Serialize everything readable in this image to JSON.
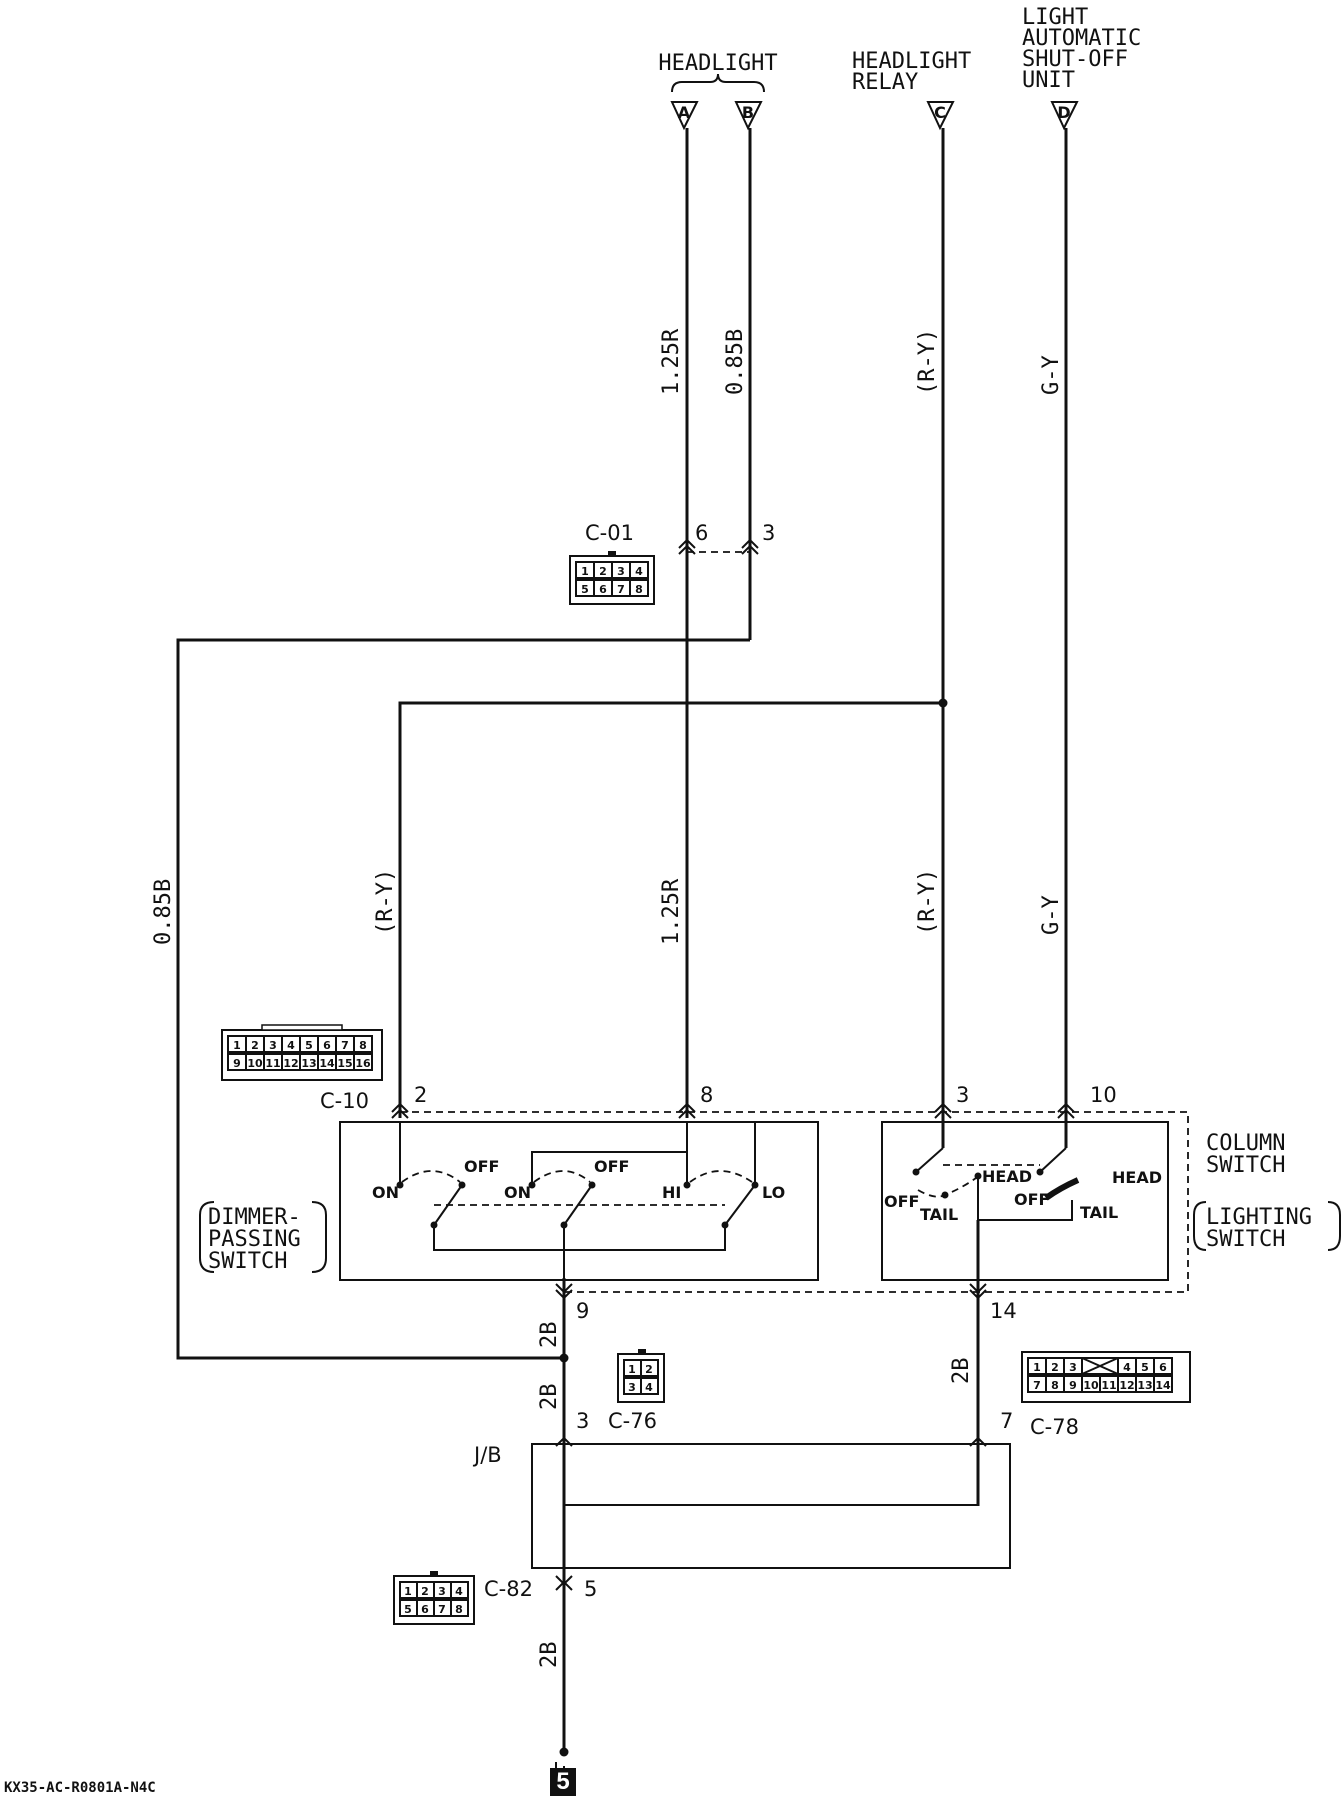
{
  "terminals": {
    "headlight_label": "HEADLIGHT",
    "a": "A",
    "b": "B",
    "c": "C",
    "d": "D",
    "relay_line1": "HEADLIGHT",
    "relay_line2": "RELAY",
    "shutoff_line1": "LIGHT",
    "shutoff_line2": "AUTOMATIC",
    "shutoff_line3": "SHUT-OFF",
    "shutoff_line4": "UNIT"
  },
  "wires": {
    "a_upper": "1.25R",
    "b_upper": "0.85B",
    "c_upper": "(R-Y)",
    "d_upper": "G-Y",
    "left_long": "0.85B",
    "ry_left": "(R-Y)",
    "a_lower": "1.25R",
    "c_lower": "(R-Y)",
    "d_lower": "G-Y",
    "ground_9": "2B",
    "ground_3": "2B",
    "ground_14": "2B",
    "ground_main": "2B"
  },
  "connectors": {
    "c01": {
      "name": "C-01",
      "pin_a": "6",
      "pin_b": "3",
      "cells": [
        "1",
        "2",
        "3",
        "4",
        "5",
        "6",
        "7",
        "8"
      ]
    },
    "c10": {
      "name": "C-10",
      "pin_2": "2",
      "pin_8": "8",
      "pin_3": "3",
      "pin_10": "10",
      "pin_9": "9",
      "pin_14": "14",
      "cells": [
        "1",
        "2",
        "3",
        "4",
        "5",
        "6",
        "7",
        "8",
        "9",
        "10",
        "11",
        "12",
        "13",
        "14",
        "15",
        "16"
      ]
    },
    "c76": {
      "name": "C-76",
      "pin": "3",
      "cells": [
        "1",
        "2",
        "3",
        "4"
      ]
    },
    "c78": {
      "name": "C-78",
      "pin": "7",
      "cells": [
        "1",
        "2",
        "3",
        "4",
        "5",
        "6",
        "7",
        "8",
        "9",
        "10",
        "11",
        "12",
        "13",
        "14"
      ]
    },
    "c82": {
      "name": "C-82",
      "pin": "5",
      "cells": [
        "1",
        "2",
        "3",
        "4",
        "5",
        "6",
        "7",
        "8"
      ]
    }
  },
  "dimmer": {
    "on1": "ON",
    "off1": "OFF",
    "on2": "ON",
    "off2": "OFF",
    "hi": "HI",
    "lo": "LO",
    "label_line1": "DIMMER-",
    "label_line2": "PASSING",
    "label_line3": "SWITCH"
  },
  "lighting": {
    "off1": "OFF",
    "head1": "HEAD",
    "tail1": "TAIL",
    "off2": "OFF",
    "head2": "HEAD",
    "tail2": "TAIL",
    "column_line1": "COLUMN",
    "column_line2": "SWITCH",
    "label_line1": "LIGHTING",
    "label_line2": "SWITCH"
  },
  "junction_block": "J/B",
  "ground_id": "5",
  "footer_code": "KX35-AC-R0801A-N4C"
}
